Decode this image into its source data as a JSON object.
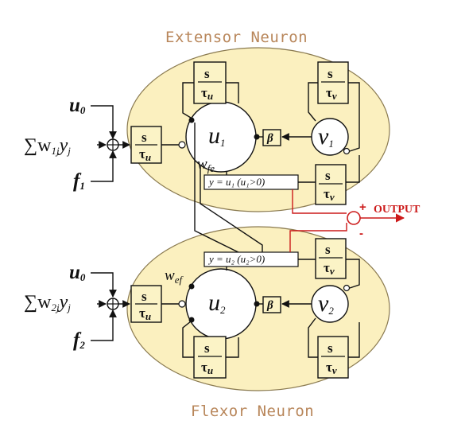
{
  "extensor_title": "Extensor Neuron",
  "flexor_title": "Flexor Neuron",
  "inputs": {
    "u0_top": "u",
    "u0_top_sub": "0",
    "sum_top": "∑w",
    "sum_top_sub": "1j",
    "sum_top_y": "y",
    "sum_top_ysub": "j",
    "f1": "f",
    "f1_sub": "1",
    "u0_bot": "u",
    "u0_bot_sub": "0",
    "sum_bot": "∑w",
    "sum_bot_sub": "2j",
    "sum_bot_y": "y",
    "sum_bot_ysub": "j",
    "f2": "f",
    "f2_sub": "2"
  },
  "neurons": {
    "u1": "u",
    "u1_sub": "1",
    "v1": "v",
    "v1_sub": "1",
    "u2": "u",
    "u2_sub": "2",
    "v2": "v",
    "v2_sub": "2"
  },
  "blocks": {
    "s": "s",
    "tau_u": "τ",
    "tau_u_sub": "u",
    "tau_v": "τ",
    "tau_v_sub": "v"
  },
  "beta": "β",
  "weights": {
    "wfe": "w",
    "wfe_sub": "fe",
    "wef": "w",
    "wef_sub": "ef"
  },
  "outputs": {
    "y1_eq": "y = u₁ (u₁>0)",
    "y2_eq": "y = u₂ (u₂>0)",
    "output_label": "OUTPUT",
    "plus": "+",
    "minus": "-"
  },
  "colors": {
    "ellipse_fill": "#fbf0bf",
    "ellipse_stroke": "#8a7a50",
    "title_color": "#b8865a",
    "output_red": "#cc1a1a"
  }
}
